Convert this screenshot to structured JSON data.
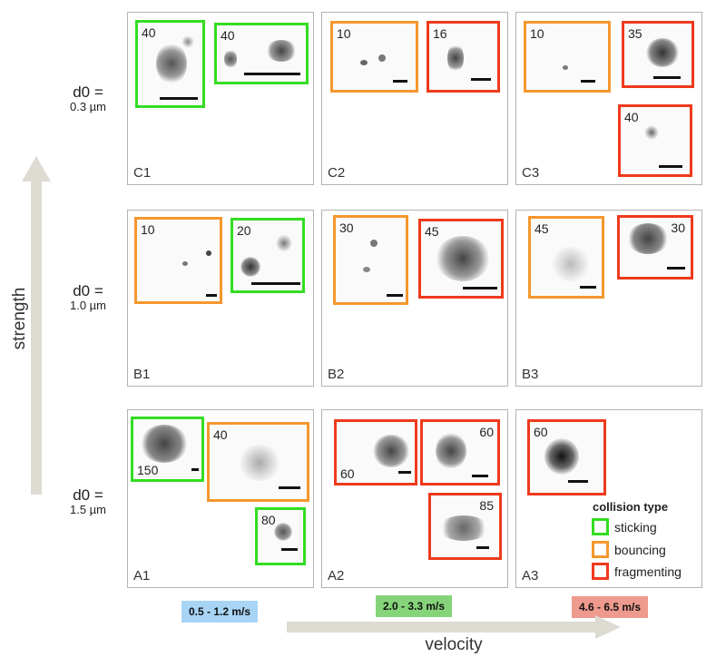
{
  "rows": [
    {
      "d0_symbol": "d0 =",
      "d0_value": "0.3 µm"
    },
    {
      "d0_symbol": "d0 =",
      "d0_value": "1.0 µm"
    },
    {
      "d0_symbol": "d0 =",
      "d0_value": "1.5 µm"
    }
  ],
  "axes": {
    "y_label": "strength",
    "x_label": "velocity"
  },
  "velocities": [
    {
      "label": "0.5 - 1.2 m/s",
      "color": "#a8d4f5"
    },
    {
      "label": "2.0 - 3.3 m/s",
      "color": "#86d47a"
    },
    {
      "label": "4.6 - 6.5 m/s",
      "color": "#ee9a8e"
    }
  ],
  "panels": {
    "C1": {
      "label": "C1",
      "thumbs": [
        {
          "num": "40",
          "type": "sticking"
        },
        {
          "num": "40",
          "type": "sticking"
        }
      ]
    },
    "C2": {
      "label": "C2",
      "thumbs": [
        {
          "num": "10",
          "type": "bouncing"
        },
        {
          "num": "16",
          "type": "fragmenting"
        }
      ]
    },
    "C3": {
      "label": "C3",
      "thumbs": [
        {
          "num": "10",
          "type": "bouncing"
        },
        {
          "num": "35",
          "type": "fragmenting"
        },
        {
          "num": "40",
          "type": "fragmenting"
        }
      ]
    },
    "B1": {
      "label": "B1",
      "thumbs": [
        {
          "num": "10",
          "type": "bouncing"
        },
        {
          "num": "20",
          "type": "sticking"
        }
      ]
    },
    "B2": {
      "label": "B2",
      "thumbs": [
        {
          "num": "30",
          "type": "bouncing"
        },
        {
          "num": "45",
          "type": "fragmenting"
        }
      ]
    },
    "B3": {
      "label": "B3",
      "thumbs": [
        {
          "num": "45",
          "type": "bouncing"
        },
        {
          "num": "30",
          "type": "fragmenting"
        }
      ]
    },
    "A1": {
      "label": "A1",
      "thumbs": [
        {
          "num": "150",
          "type": "sticking"
        },
        {
          "num": "40",
          "type": "bouncing"
        },
        {
          "num": "80",
          "type": "sticking"
        }
      ]
    },
    "A2": {
      "label": "A2",
      "thumbs": [
        {
          "num": "60",
          "type": "fragmenting"
        },
        {
          "num": "60",
          "type": "fragmenting"
        },
        {
          "num": "85",
          "type": "fragmenting"
        }
      ]
    },
    "A3": {
      "label": "A3",
      "thumbs": [
        {
          "num": "60",
          "type": "fragmenting"
        }
      ]
    }
  },
  "legend": {
    "title": "collision type",
    "items": [
      {
        "label": "sticking",
        "color": "#33dd22"
      },
      {
        "label": "bouncing",
        "color": "#f5972e"
      },
      {
        "label": "fragmenting",
        "color": "#ee3a1c"
      }
    ]
  }
}
